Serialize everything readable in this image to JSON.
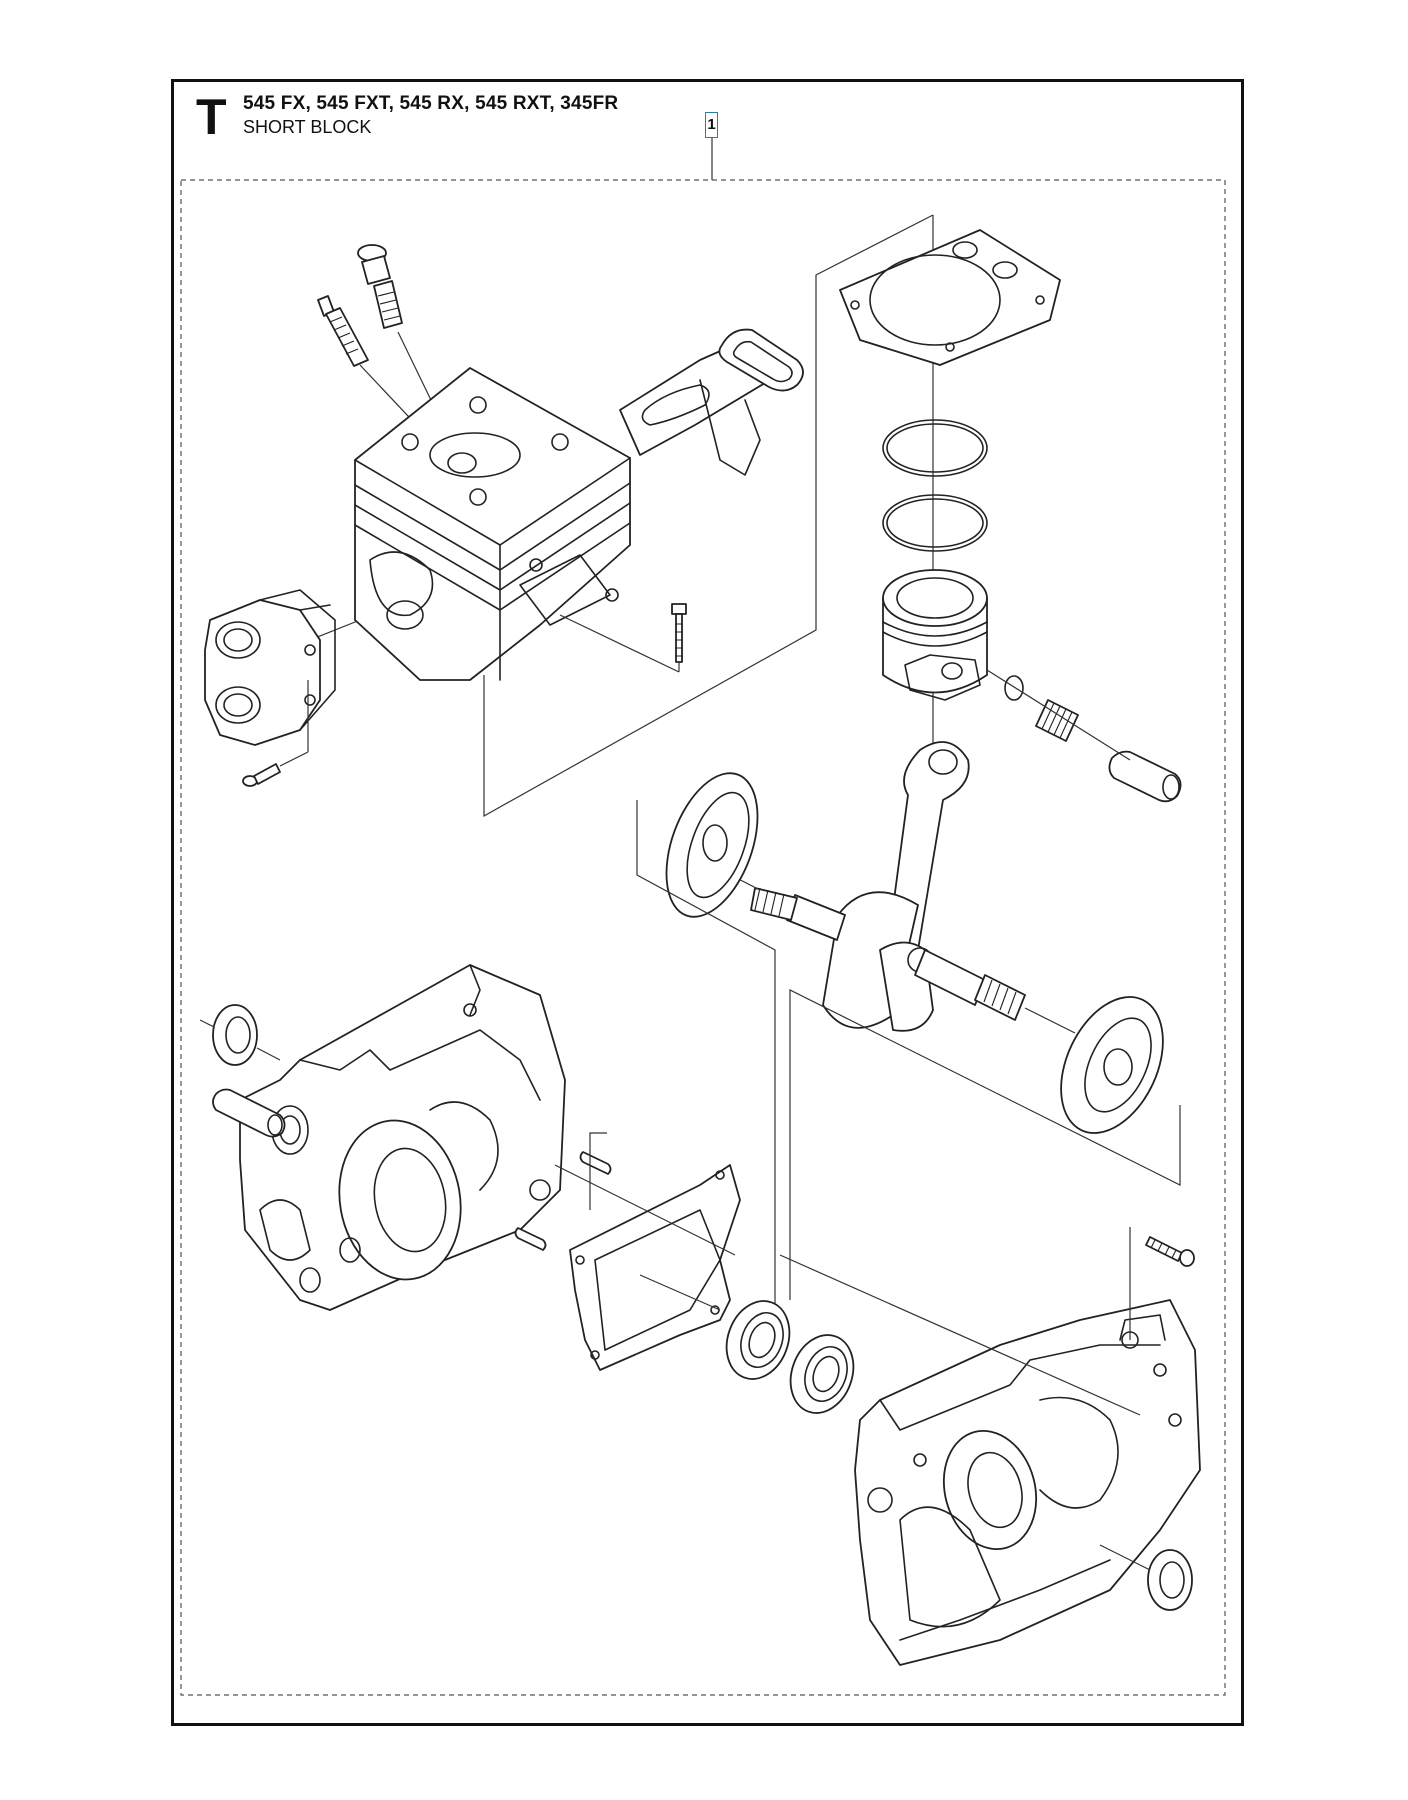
{
  "header": {
    "section_letter": "T",
    "models": "545 FX, 545 FXT, 545 RX, 545 RXT, 345FR",
    "title": "SHORT BLOCK"
  },
  "callouts": [
    {
      "label": "1"
    }
  ]
}
